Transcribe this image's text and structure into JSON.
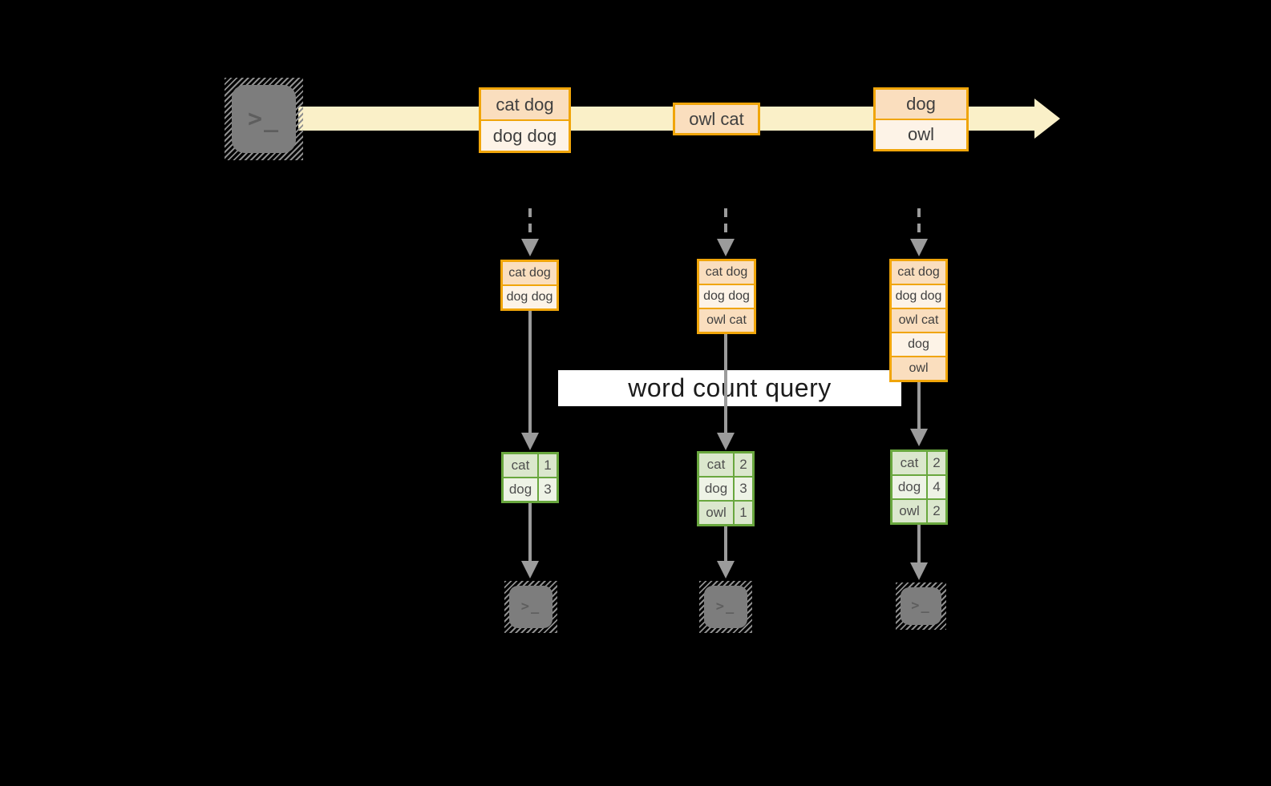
{
  "query_label": "word count query",
  "terminal_glyph": ">_",
  "stream": {
    "batches": [
      {
        "rows": [
          "cat dog",
          "dog dog"
        ]
      },
      {
        "rows": [
          "owl cat"
        ]
      },
      {
        "rows": [
          "dog",
          "owl"
        ]
      }
    ]
  },
  "pipelines": [
    {
      "input_rows": [
        "cat dog",
        "dog dog"
      ],
      "counts": [
        [
          "cat",
          "1"
        ],
        [
          "dog",
          "3"
        ]
      ]
    },
    {
      "input_rows": [
        "cat dog",
        "dog dog",
        "owl cat"
      ],
      "counts": [
        [
          "cat",
          "2"
        ],
        [
          "dog",
          "3"
        ],
        [
          "owl",
          "1"
        ]
      ]
    },
    {
      "input_rows": [
        "cat dog",
        "dog dog",
        "owl cat",
        "dog",
        "owl"
      ],
      "counts": [
        [
          "cat",
          "2"
        ],
        [
          "dog",
          "4"
        ],
        [
          "owl",
          "2"
        ]
      ]
    }
  ],
  "palette": {
    "accent_orange": "#F0A50A",
    "peach_fill": "#FADEBE",
    "cream_fill": "#FDF3E7",
    "stream_band": "#FAF0C8",
    "green_border": "#69A73E",
    "green_cell_dark": "#DBE7CD",
    "green_cell_light": "#EEF3E6",
    "arrow_gray": "#9B9B9B",
    "terminal_gray": "#7D7D7D"
  }
}
